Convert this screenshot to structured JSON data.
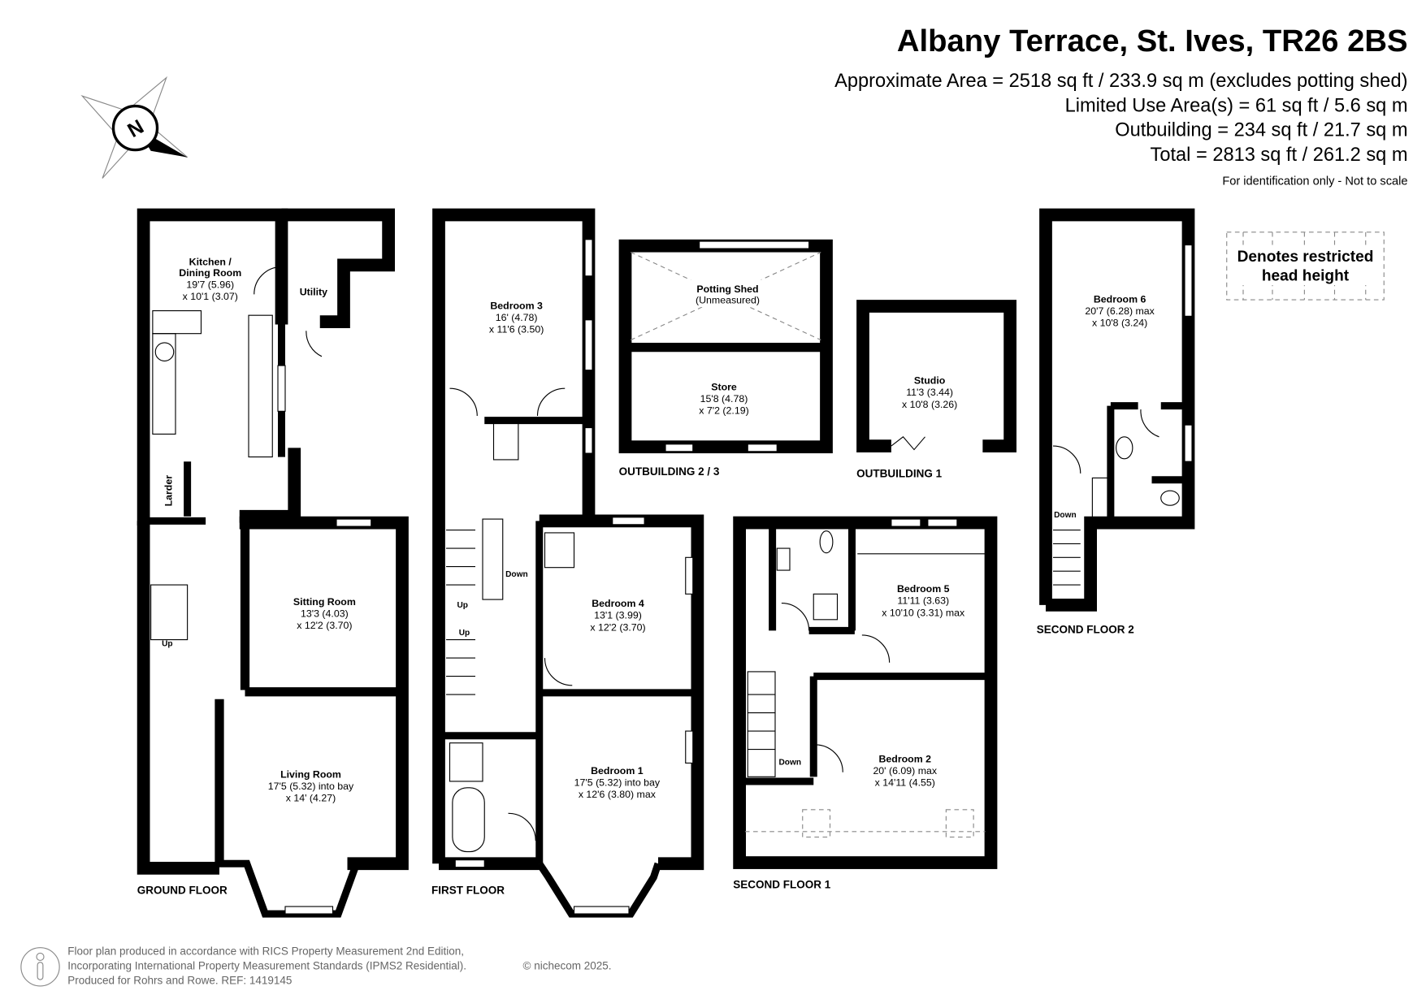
{
  "header": {
    "title": "Albany Terrace, St. Ives, TR26 2BS",
    "areas": [
      "Approximate Area = 2518 sq ft / 233.9 sq m (excludes potting shed)",
      "Limited Use Area(s) = 61 sq ft / 5.6 sq m",
      "Outbuilding = 234 sq ft / 21.7 sq m",
      "Total = 2813 sq ft / 261.2 sq m"
    ],
    "note": "For identification only - Not to scale"
  },
  "compass": {
    "label": "N"
  },
  "legend": {
    "line1": "Denotes restricted",
    "line2": "head height"
  },
  "floors": {
    "ground": "GROUND FLOOR",
    "first": "FIRST FLOOR",
    "outbuilding23": "OUTBUILDING 2 / 3",
    "outbuilding1": "OUTBUILDING 1",
    "second1": "SECOND FLOOR 1",
    "second2": "SECOND FLOOR 2"
  },
  "rooms": {
    "kitchen": {
      "name1": "Kitchen /",
      "name2": "Dining Room",
      "dim1": "19'7 (5.96)",
      "dim2": "x 10'1 (3.07)"
    },
    "utility": {
      "name": "Utility"
    },
    "larder": {
      "name": "Larder"
    },
    "sitting": {
      "name": "Sitting Room",
      "dim1": "13'3 (4.03)",
      "dim2": "x 12'2 (3.70)"
    },
    "living": {
      "name": "Living Room",
      "dim1": "17'5 (5.32) into bay",
      "dim2": "x 14' (4.27)"
    },
    "bedroom3": {
      "name": "Bedroom 3",
      "dim1": "16' (4.78)",
      "dim2": "x 11'6 (3.50)"
    },
    "bedroom4": {
      "name": "Bedroom 4",
      "dim1": "13'1 (3.99)",
      "dim2": "x 12'2 (3.70)"
    },
    "bedroom1": {
      "name": "Bedroom 1",
      "dim1": "17'5 (5.32) into bay",
      "dim2": "x 12'6 (3.80) max"
    },
    "potting": {
      "name": "Potting Shed",
      "dim1": "(Unmeasured)"
    },
    "store": {
      "name": "Store",
      "dim1": "15'8 (4.78)",
      "dim2": "x 7'2 (2.19)"
    },
    "studio": {
      "name": "Studio",
      "dim1": "11'3 (3.44)",
      "dim2": "x 10'8 (3.26)"
    },
    "bedroom5": {
      "name": "Bedroom 5",
      "dim1": "11'11 (3.63)",
      "dim2": "x 10'10 (3.31) max"
    },
    "bedroom2": {
      "name": "Bedroom 2",
      "dim1": "20' (6.09) max",
      "dim2": "x 14'11 (4.55)"
    },
    "bedroom6": {
      "name": "Bedroom 6",
      "dim1": "20'7 (6.28) max",
      "dim2": "x 10'8 (3.24)"
    }
  },
  "stairs": {
    "up": "Up",
    "down": "Down"
  },
  "footer": {
    "line1": "Floor plan produced in accordance with RICS Property Measurement 2nd Edition,",
    "line2": "Incorporating International Property Measurement Standards (IPMS2 Residential).",
    "copyright": "© nichecom 2025.",
    "line3": "Produced for Rohrs and Rowe.   REF:   1419145"
  }
}
